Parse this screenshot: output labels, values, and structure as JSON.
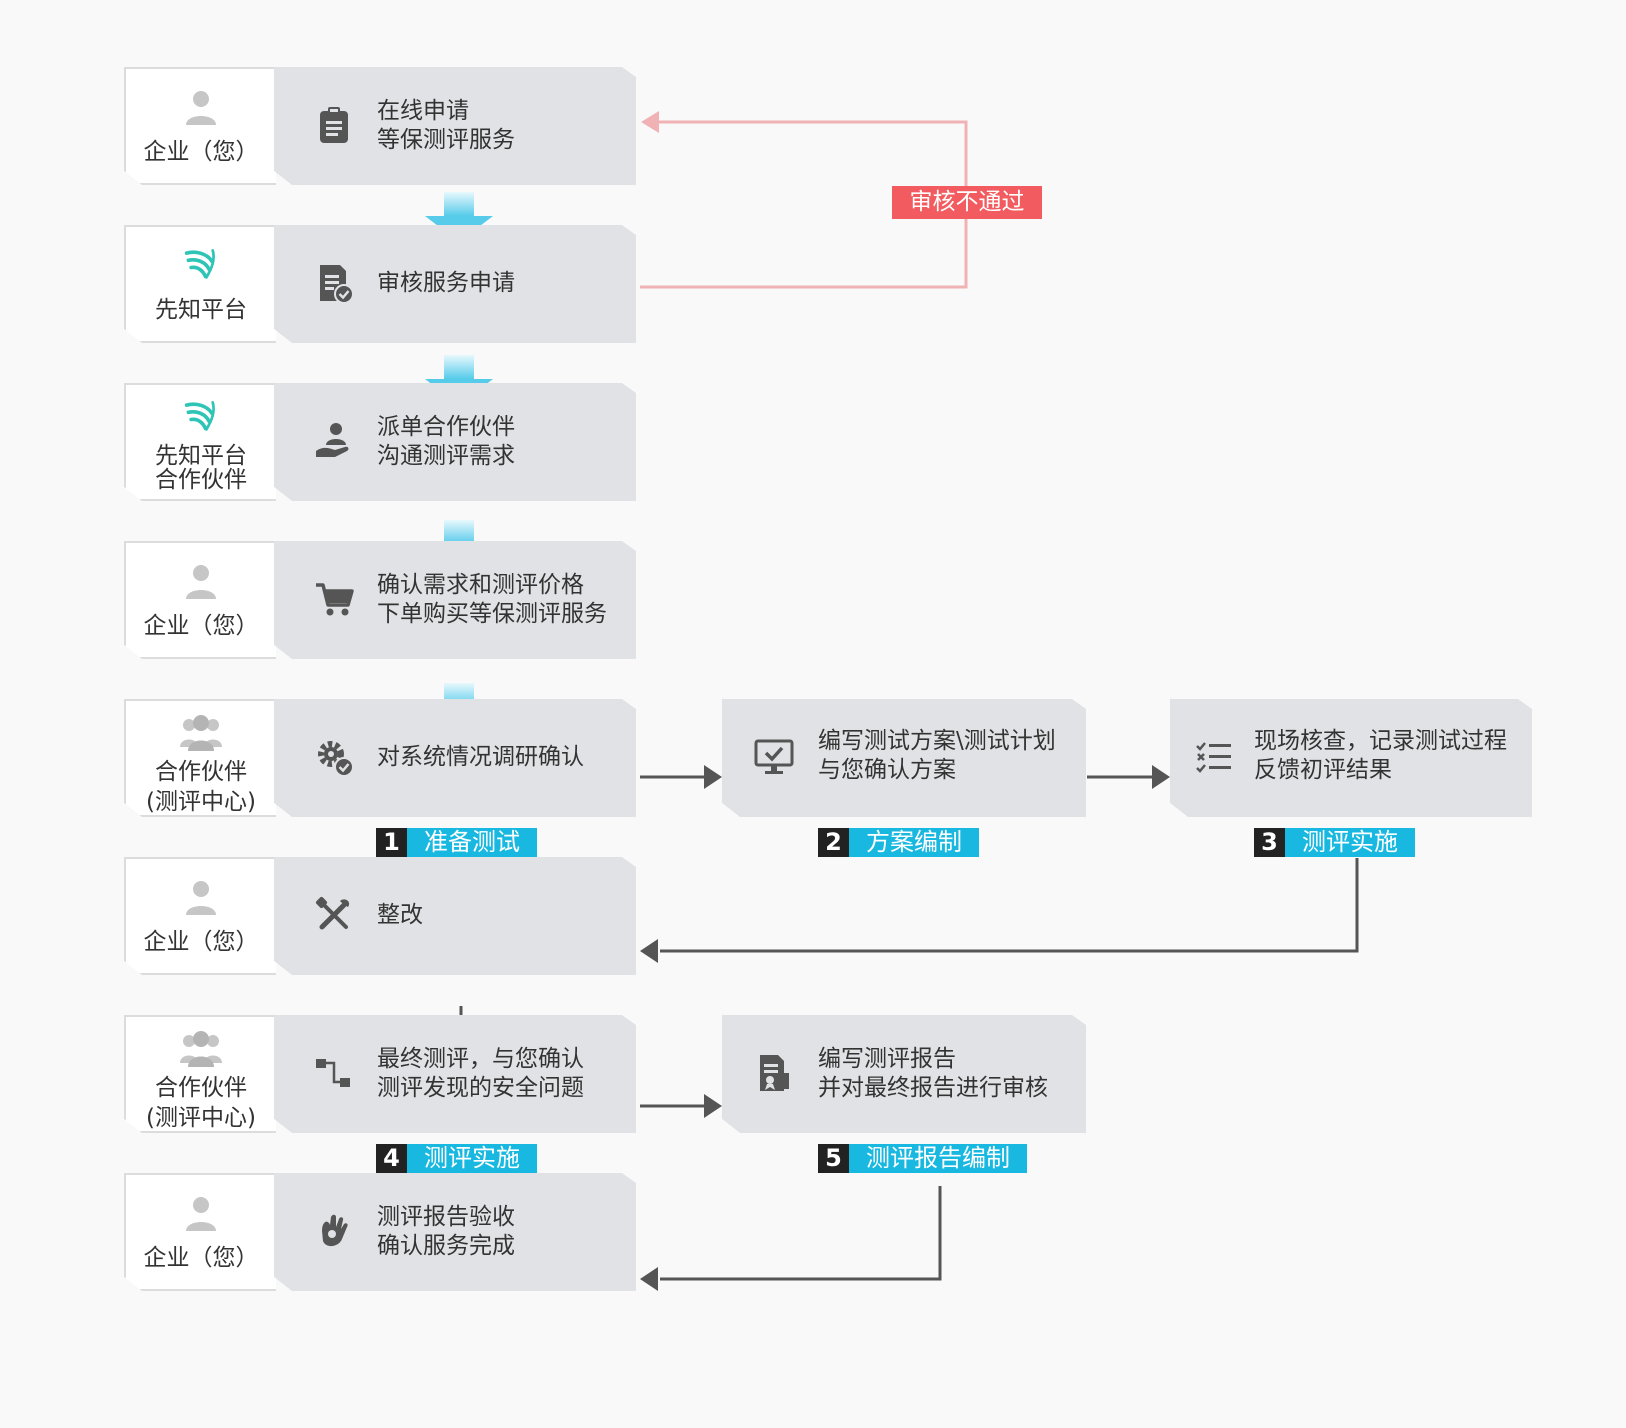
{
  "rows": [
    {
      "actor": {
        "lines": [
          "企业（您）"
        ],
        "icon": "person-icon"
      },
      "step": {
        "lines": [
          "在线申请",
          "等保测评服务"
        ],
        "icon": "clipboard-icon"
      }
    },
    {
      "actor": {
        "lines": [
          "先知平台"
        ],
        "icon": "xianzhi-logo-icon"
      },
      "step": {
        "lines": [
          "审核服务申请"
        ],
        "icon": "document-check-icon"
      }
    },
    {
      "actor": {
        "lines": [
          "先知平台",
          "合作伙伴"
        ],
        "icon": "xianzhi-logo-icon"
      },
      "step": {
        "lines": [
          "派单合作伙伴",
          "沟通测评需求"
        ],
        "icon": "hand-person-icon"
      }
    },
    {
      "actor": {
        "lines": [
          "企业（您）"
        ],
        "icon": "person-icon"
      },
      "step": {
        "lines": [
          "确认需求和测评价格",
          "下单购买等保测评服务"
        ],
        "icon": "cart-icon"
      }
    },
    {
      "actor": {
        "lines": [
          "合作伙伴",
          "(测评中心)"
        ],
        "icon": "group-icon"
      },
      "step": {
        "lines": [
          "对系统情况调研确认"
        ],
        "icon": "gear-check-icon"
      },
      "tag": {
        "num": "1",
        "label": "准备测试"
      }
    },
    {
      "actor": {
        "lines": [
          "企业（您）"
        ],
        "icon": "person-icon"
      },
      "step": {
        "lines": [
          "整改"
        ],
        "icon": "tools-icon"
      }
    },
    {
      "actor": {
        "lines": [
          "合作伙伴",
          "(测评中心)"
        ],
        "icon": "group-icon"
      },
      "step": {
        "lines": [
          "最终测评，与您确认",
          "测评发现的安全问题"
        ],
        "icon": "flow-icon"
      },
      "tag": {
        "num": "4",
        "label": "测评实施"
      }
    },
    {
      "actor": {
        "lines": [
          "企业（您）"
        ],
        "icon": "person-icon"
      },
      "step": {
        "lines": [
          "测评报告验收",
          "确认服务完成"
        ],
        "icon": "ok-hand-icon"
      }
    }
  ],
  "side_steps": [
    {
      "lines": [
        "编写测试方案\\测试计划",
        "与您确认方案"
      ],
      "icon": "monitor-check-icon",
      "tag": {
        "num": "2",
        "label": "方案编制"
      }
    },
    {
      "lines": [
        "现场核查，记录测试过程",
        "反馈初评结果"
      ],
      "icon": "checklist-icon",
      "tag": {
        "num": "3",
        "label": "测评实施"
      }
    },
    {
      "lines": [
        "编写测评报告",
        "并对最终报告进行审核"
      ],
      "icon": "report-icon",
      "tag": {
        "num": "5",
        "label": "测评报告编制"
      }
    }
  ],
  "reject_label": "审核不通过",
  "colors": {
    "accent": "#19b8e0",
    "reject": "#f25b5f",
    "box": "#e0e2e5",
    "arrow": "#555555",
    "down_arrow": "#6fd3ee",
    "logo": "#2ec4b6"
  }
}
